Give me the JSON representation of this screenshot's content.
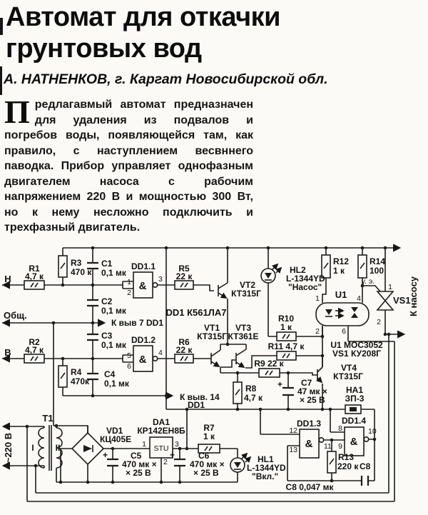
{
  "article": {
    "title_line1": "Автомат для откачки",
    "title_line2": "грунтовых вод",
    "author": "А. НАТНЕНКОВ, г. Каргат Новосибирской обл.",
    "drop_cap": "П",
    "body_text": "редлагавмый автомат предназначен для удаления из подвалов и погребов воды, появляющейся там, как правило, с наступлением весвннего паводка. Прибор управляет однофазным двигателем насоса с рабочим напряжением 220 В и мощностью 300 Вт, но к нему несложно подключить и трехфазный двигатель."
  },
  "sch": {
    "t_n": "Н",
    "t_common": "Общ.",
    "t_v": "В",
    "t_mains": "~220 В",
    "t_pump": "К насосу",
    "t_pin7": "К выв 7 DD1",
    "t_pin14a": "К выв. 14",
    "t_pin14b": "DD1",
    "gate_el": "у. э.",
    "plus": "+",
    "dd1_type": "DD1 К561ЛА7",
    "u1_type": "U1 MOC3052",
    "vs1_type": "VS1 КУ208Г",
    "amp": "&",
    "r1": "R1",
    "r1v": "4,7 к",
    "r2": "R2",
    "r2v": "4,7 к",
    "r3": "R3",
    "r3v": "470 к",
    "r4": "R4",
    "r4v": "470к",
    "r5": "R5",
    "r5v": "22 к",
    "r6": "R6",
    "r6v": "22 к",
    "r7": "R7",
    "r7v": "1 к",
    "r8": "R8",
    "r8v": "4,7 к",
    "r9": "R9 22 к",
    "r10": "R10",
    "r10v": "1 к",
    "r11": "R11 4,7 к",
    "r12": "R12",
    "r12v": "1 к",
    "r13": "R13",
    "r13v": "220 к",
    "r14": "R14",
    "r14v": "100",
    "c1": "C1",
    "c1v": "0,1 мк",
    "c2": "C2",
    "c2v": "0,1 мк",
    "c3": "C3",
    "c3v": "0,1 мк",
    "c4": "C4",
    "c4v": "0,1 мк",
    "c5": "C5",
    "c5v1": "470 мк ×",
    "c5v2": "× 25 В",
    "c6": "C6",
    "c6v1": "470 мк ×",
    "c6v2": "× 25 В",
    "c7": "C7",
    "c7v1": "47 мк ×",
    "c7v2": "× 25 В",
    "c8": "С8",
    "c8lab": "С8 0,047 мк",
    "dd11": "DD1.1",
    "dd12": "DD1.2",
    "dd13": "DD1.3",
    "dd14": "DD1.4",
    "vt1": "VT1",
    "vt1v": "КТ315Г",
    "vt2": "VT2",
    "vt2v": "КТ315Г",
    "vt3": "VT3",
    "vt3v": "КТ361Е",
    "vt4": "VT4",
    "vt4v": "КТ315Г",
    "hl1": "HL1",
    "hl1v": "L-1344YD",
    "hl1n": "\"Вкл.\"",
    "hl2": "HL2",
    "hl2v": "L-1344YD",
    "hl2n": "\"Насос\"",
    "u1": "U1",
    "vs1": "VS1",
    "vd1": "VD1",
    "vd1v": "КЦ405Е",
    "da1": "DA1",
    "da1v": "КР142ЕН8Б",
    "da1s": "STU",
    "t1": "Т1",
    "w1": "I",
    "w2": "II",
    "ha1": "НА1",
    "ha1v": "ЗП-3",
    "p1": "1",
    "p2": "2",
    "p3": "3",
    "p4": "4",
    "p5": "5",
    "p6": "6",
    "p8": "8",
    "p9": "9",
    "p10": "10",
    "p11": "11",
    "p12": "12",
    "p13": "13",
    "u1p1": "1",
    "u1p2": "2",
    "u1p4": "4",
    "u1p6": "6",
    "da1p1": "1",
    "da1p2": "2",
    "da1p3": "3",
    "vs1p1": "1",
    "vs1p2": "2"
  }
}
